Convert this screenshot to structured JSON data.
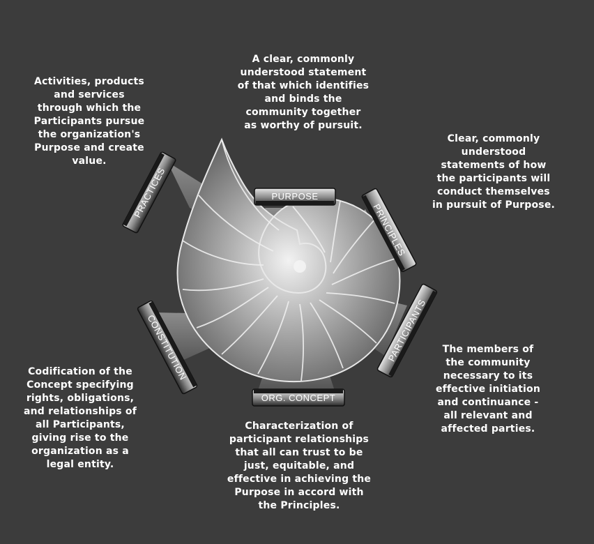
{
  "elements": {
    "purpose": {
      "label": "PURPOSE",
      "description": "A clear, commonly\nunderstood statement\nof that which identifies\nand binds the\ncommunity together\nas worthy of pursuit."
    },
    "principles": {
      "label": "PRINCIPLES",
      "description": "Clear, commonly\nunderstood\nstatements of how\nthe participants will\nconduct themselves\nin pursuit of Purpose."
    },
    "participants": {
      "label": "PARTICIPANTS",
      "description": "The members of\nthe community\nnecessary to its\neffective initiation\nand continuance -\nall relevant and\naffected parties."
    },
    "concept": {
      "label": "ORG. CONCEPT",
      "description": "Characterization of\nparticipant relationships\nthat all can trust to be\njust, equitable, and\neffective in achieving the\nPurpose in accord with\nthe Principles."
    },
    "constitution": {
      "label": "CONSTITUTION",
      "description": "Codification of the\nConcept specifying\nrights, obligations,\nand relationships of\nall Participants,\ngiving rise to the\norganization as a\nlegal entity."
    },
    "practices": {
      "label": "PRACTICES",
      "description": "Activities, products\nand services\nthrough which the\nParticipants pursue\nthe organization's\nPurpose and create\nvalue."
    }
  },
  "colors": {
    "background": "#3c3c3c",
    "plate_light": "#d8d8d8",
    "plate_dark": "#1a1a1a",
    "text": "#ffffff"
  }
}
